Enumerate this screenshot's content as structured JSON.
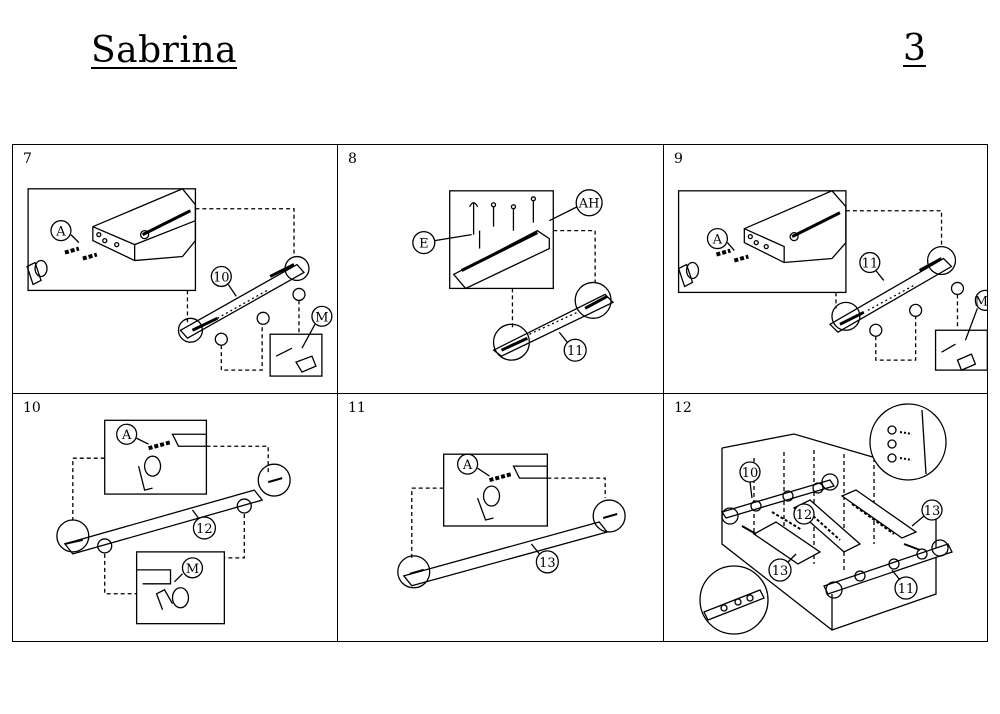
{
  "header": {
    "title": "Sabrina",
    "page_number": "3"
  },
  "steps": [
    {
      "number": "7",
      "callouts": {
        "a": "A",
        "b": "10",
        "c": "M"
      }
    },
    {
      "number": "8",
      "callouts": {
        "a": "AH",
        "b": "E",
        "c": "11"
      }
    },
    {
      "number": "9",
      "callouts": {
        "a": "A",
        "b": "11",
        "c": "M"
      }
    },
    {
      "number": "10",
      "callouts": {
        "a": "A",
        "b": "12",
        "c": "M"
      }
    },
    {
      "number": "11",
      "callouts": {
        "a": "A",
        "b": "13"
      }
    },
    {
      "number": "12",
      "callouts": {
        "a": "10",
        "b": "12",
        "c": "13",
        "d": "13",
        "e": "11"
      }
    }
  ]
}
